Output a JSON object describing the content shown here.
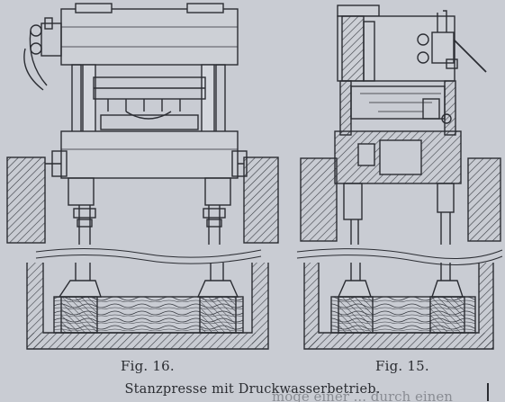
{
  "figure_labels": {
    "left": "Fig. 16.",
    "right": "Fig. 15."
  },
  "title": "Stanzpresse mit Druckwasserbetrieb.",
  "bleed_through_text": "möge einer ... durch einen",
  "colors": {
    "paper": "#c9ccd3",
    "ink": "#2b2d33",
    "hatch": "#3a3d44"
  }
}
